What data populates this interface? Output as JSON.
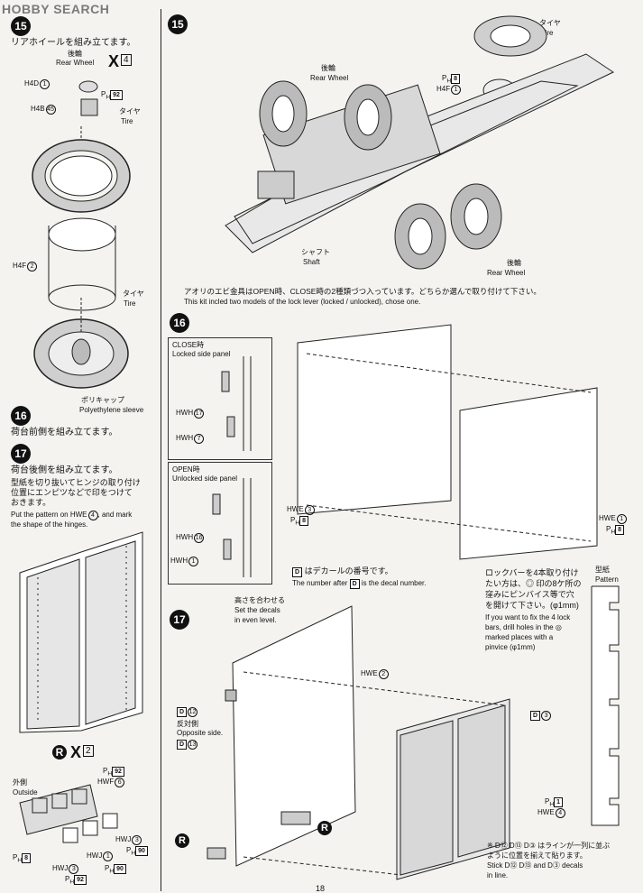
{
  "watermark": "HOBBY SEARCH",
  "left": {
    "step15_num": "15",
    "step15_title": "リアホイールを組み立てます。",
    "rear_wheel_jp": "後輪",
    "rear_wheel_en": "Rear Wheel",
    "x_count": "4",
    "h4d": "H4D",
    "h4d_n": "1",
    "ph92_a": "92",
    "h4b": "H4B",
    "h4b_n": "45",
    "tire_jp_a": "タイヤ",
    "tire_en_a": "Tire",
    "h4f": "H4F",
    "h4f_n": "2",
    "tire_jp_b": "タイヤ",
    "tire_en_b": "Tire",
    "poly_jp": "ポリキャップ",
    "poly_en": "Polyethylene sleeve",
    "step16_num": "16",
    "step16_title": "荷台前側を組み立てます。",
    "step17_num": "17",
    "step17_title": "荷台後側を組み立てます。",
    "step17_jp1": "型紙を切り抜いてヒンジの取り付け",
    "step17_jp2": "位置にエンピツなどで印をつけて",
    "step17_jp3": "おきます。",
    "step17_en1": "Put the pattern on HWE",
    "step17_en1_n": "4",
    "step17_en1_tail": ", and mark",
    "step17_en2": "the shape of the hinges.",
    "r_x_count": "2",
    "ph92_b": "92",
    "hwf": "HWF",
    "hwf_n": "6",
    "outside_jp": "外側",
    "outside_en": "Outside",
    "ph8_a": "8",
    "hwj_a": "HWJ",
    "hwj_a_n": "3",
    "ph90_a": "90",
    "hwj_b": "HWJ",
    "hwj_b_n": "1",
    "hwj_c": "HWJ",
    "hwj_c_n": "3",
    "ph90_b": "90",
    "ph92_c": "92"
  },
  "right": {
    "step15_num": "15",
    "tire_jp": "タイヤ",
    "tire_en": "Tire",
    "ph8": "8",
    "h4f": "H4F",
    "h4f_n": "1",
    "rear_wheel_jp_a": "後輪",
    "rear_wheel_en_a": "Rear Wheel",
    "shaft_jp": "シャフト",
    "shaft_en": "Shaft",
    "rear_wheel_jp_b": "後輪",
    "rear_wheel_en_b": "Rear Wheel",
    "lock_note_jp": "アオリのエビ金具はOPEN時、CLOSE時の2種類づつ入っています。どちらか選んで取り付けて下さい。",
    "lock_note_en": "This kit incled two models of the lock lever (locked / unlocked), chose one.",
    "step16_num": "16",
    "close_jp": "CLOSE時",
    "close_en": "Locked side panel",
    "hwh17": "HWH",
    "hwh17_n": "17",
    "hwh7": "HWH",
    "hwh7_n": "7",
    "open_jp": "OPEN時",
    "open_en": "Unlocked side panel",
    "hwh16": "HWH",
    "hwh16_n": "16",
    "hwh1": "HWH",
    "hwh1_n": "1",
    "hwe3": "HWE",
    "hwe3_n": "3",
    "ph8_b": "8",
    "hwe1": "HWE",
    "hwe1_n": "1",
    "ph8_c": "8",
    "decal_jp": "はデカールの番号です。",
    "decal_en_a": "The number after",
    "decal_en_b": "is the decal number.",
    "decal_letter": "D",
    "lockbar_jp1": "ロックバーを4本取り付け",
    "lockbar_jp2": "たい方は、◎ 印の8ケ所の",
    "lockbar_jp3": "窪みにピンバイス等で穴",
    "lockbar_jp4": "を開けて下さい。(φ1mm)",
    "lockbar_en1": "If you want to fix the 4 lock",
    "lockbar_en2": "bars, drill holes in the ◎",
    "lockbar_en3": "marked places with a",
    "lockbar_en4": "pinvice (φ1mm)",
    "pattern_jp": "型紙",
    "pattern_en": "Pattern",
    "step17_num": "17",
    "height_jp": "高さを合わせる",
    "height_en1": "Set the decals",
    "height_en2": "in even level.",
    "hwe2": "HWE",
    "hwe2_n": "2",
    "d12": "12",
    "opp_jp": "反対側",
    "opp_en": "Opposite side.",
    "d13": "13",
    "d3": "3",
    "ph1": "1",
    "hwe4": "HWE",
    "hwe4_n": "4",
    "stick_jp": "※ D⑫ D⑬ D③ はラインが一列に並ぶ",
    "stick_jp2": "ように位置を揃えて貼ります。",
    "stick_en1": "Stick D⑫ D⑬ and D③ decals",
    "stick_en2": "in line.",
    "page_num": "18"
  }
}
